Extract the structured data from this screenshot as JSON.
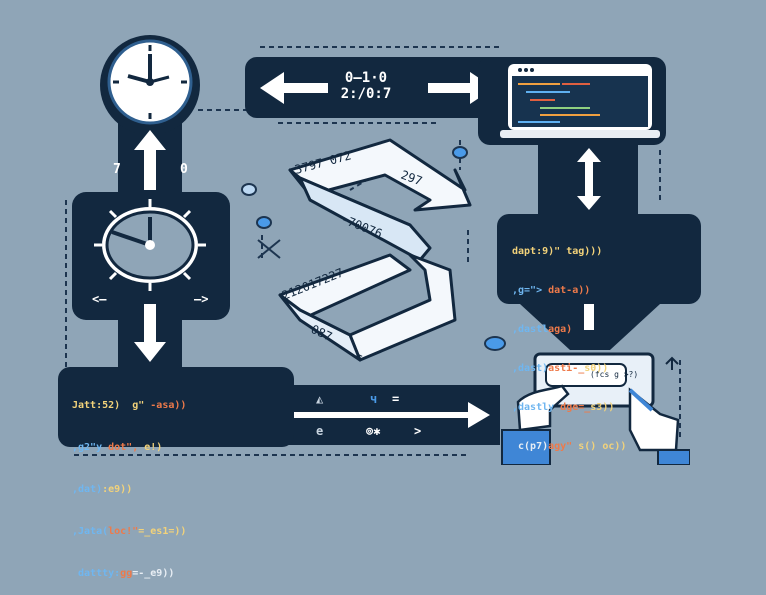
{
  "colors": {
    "background": "#8fa5b7",
    "panel": "#12283f",
    "accent": "#3f86d6",
    "ribbon": "#f4f8fc"
  },
  "timeline": {
    "left_digit": "7",
    "right_digit": "0",
    "left_hint": "<–",
    "right_hint": "–>"
  },
  "top_band": {
    "line1": "0—1·0",
    "line2": "2:/0:7"
  },
  "ribbon": {
    "seg1": "3797  072",
    "seg2": "297",
    "seg3": "-70076",
    "seg4": "212017227",
    "seg5": "087",
    "seg6": "="
  },
  "bottom_band": {
    "symbols_top": [
      "◭",
      "ч",
      "="
    ],
    "symbols_bottom": [
      "e",
      "⊚✱",
      ">"
    ]
  },
  "code_left": [
    {
      "parts": [
        {
          "t": "Jatt:52)  ",
          "c": "c-y"
        },
        {
          "t": "g\" ",
          "c": "c-y"
        },
        {
          "t": "-asa))",
          "c": "c-o"
        }
      ]
    },
    {
      "parts": [
        {
          "t": ",g2\"y ",
          "c": "c-b"
        },
        {
          "t": "dot\", ",
          "c": "c-o"
        },
        {
          "t": "e!)",
          "c": "c-y"
        }
      ]
    },
    {
      "parts": [
        {
          "t": ",dat)",
          "c": "c-b"
        },
        {
          "t": ":e9))",
          "c": "c-y"
        }
      ]
    },
    {
      "parts": [
        {
          "t": ",Jata(",
          "c": "c-b"
        },
        {
          "t": "loc!\"",
          "c": "c-o"
        },
        {
          "t": "=_es1=))",
          "c": "c-y"
        }
      ]
    },
    {
      "parts": [
        {
          "t": " dattty:",
          "c": "c-b"
        },
        {
          "t": "gg",
          "c": "c-o"
        },
        {
          "t": "=-_e9))",
          "c": "c-w"
        }
      ]
    }
  ],
  "code_right": [
    {
      "parts": [
        {
          "t": "dapt:9)\" ",
          "c": "c-y"
        },
        {
          "t": "tag)))",
          "c": "c-y"
        }
      ]
    },
    {
      "parts": [
        {
          "t": ",g=\"> ",
          "c": "c-b"
        },
        {
          "t": "dat-a))",
          "c": "c-o"
        }
      ]
    },
    {
      "parts": [
        {
          "t": ",dastl",
          "c": "c-b"
        },
        {
          "t": "aga)",
          "c": "c-o"
        }
      ]
    },
    {
      "parts": [
        {
          "t": ",dast)",
          "c": "c-b"
        },
        {
          "t": "asti-_",
          "c": "c-o"
        },
        {
          "t": "s0))",
          "c": "c-y"
        }
      ]
    },
    {
      "parts": [
        {
          "t": ",dastly ",
          "c": "c-b"
        },
        {
          "t": "dge=_",
          "c": "c-o"
        },
        {
          "t": "s3))",
          "c": "c-y"
        }
      ]
    },
    {
      "parts": [
        {
          "t": " c(p7)",
          "c": "c-w"
        },
        {
          "t": "agy\" ",
          "c": "c-o"
        },
        {
          "t": "s() oc))",
          "c": "c-y"
        }
      ]
    }
  ],
  "card": {
    "text": "(fcs g >?)"
  }
}
